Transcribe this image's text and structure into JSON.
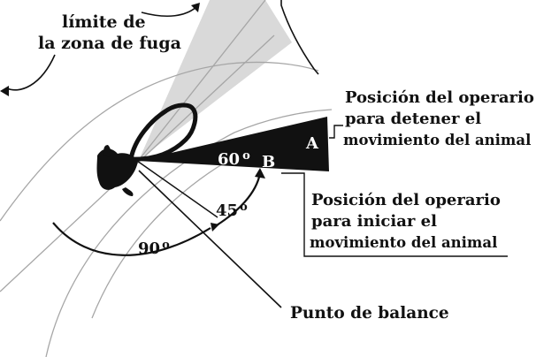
{
  "labels": {
    "flight_zone_line1": "límite de",
    "flight_zone_line2": "la zona de fuga",
    "stop_line1": "Posición del operario",
    "stop_line2": "para detener el",
    "stop_line3": "movimiento del animal",
    "start_line1": "Posición del operario",
    "start_line2": "para iniciar el",
    "start_line3": "movimiento  del animal",
    "point_a": "A",
    "point_b": "B",
    "angle_60": "60",
    "angle_45": "45",
    "angle_90": "90",
    "degree_mark": "o",
    "balance_point": "Punto de balance"
  },
  "colors": {
    "ink": "#111111",
    "guide_lines": "#a6a6a6",
    "shaded_zone": "#d9d9d9",
    "background": "#ffffff"
  }
}
